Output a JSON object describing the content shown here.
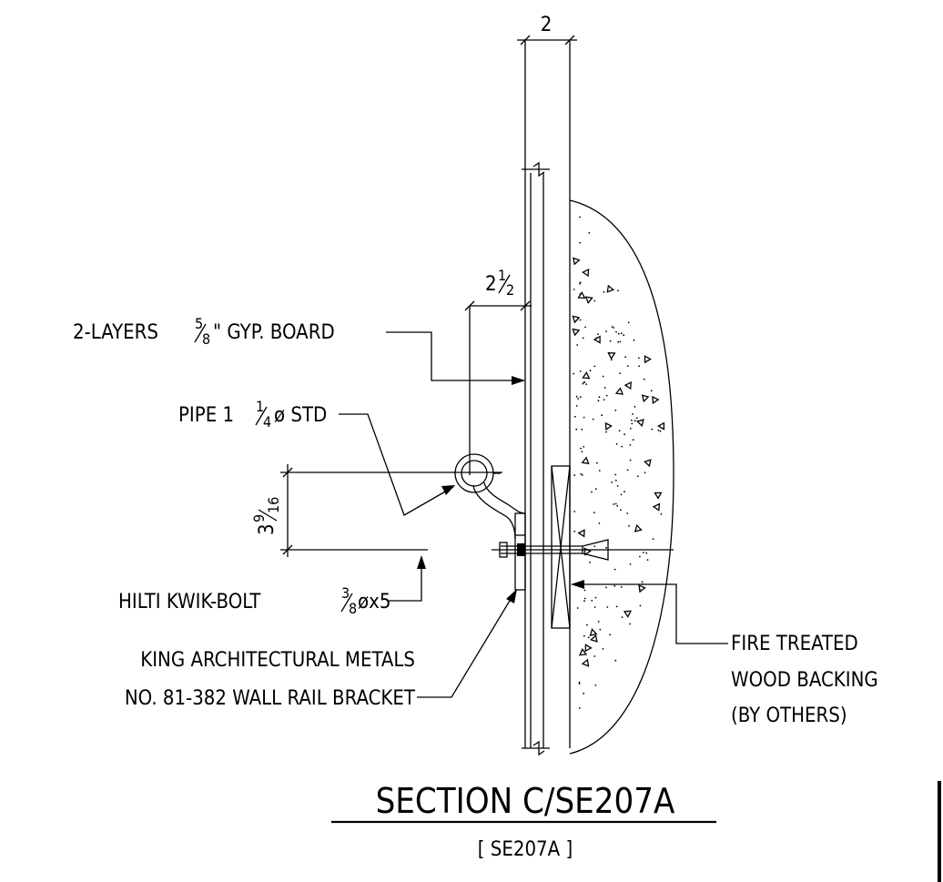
{
  "dimensions": {
    "top_width": "2",
    "offset_whole": "2",
    "offset_frac_num": "1",
    "offset_frac_den": "2",
    "height_whole": "3",
    "height_frac_num": "9",
    "height_frac_den": "16"
  },
  "labels": {
    "gyp_prefix": "2-LAYERS ",
    "gyp_num": "5",
    "gyp_den": "8",
    "gyp_suffix": "\" GYP. BOARD",
    "pipe_prefix": "PIPE 1",
    "pipe_num": "1",
    "pipe_den": "4",
    "pipe_suffix": "ø STD",
    "hilti_prefix": "HILTI KWIK-BOLT ",
    "hilti_num": "3",
    "hilti_den": "8",
    "hilti_suffix": "øx5",
    "king_line1": "KING ARCHITECTURAL METALS",
    "king_line2": "NO. 81-382 WALL RAIL BRACKET",
    "fire_line1": "FIRE TREATED",
    "fire_line2": "WOOD BACKING",
    "fire_line3": "(BY OTHERS)"
  },
  "title": {
    "main": "SECTION C/SE207A",
    "sub": "[ SE207A ]"
  }
}
